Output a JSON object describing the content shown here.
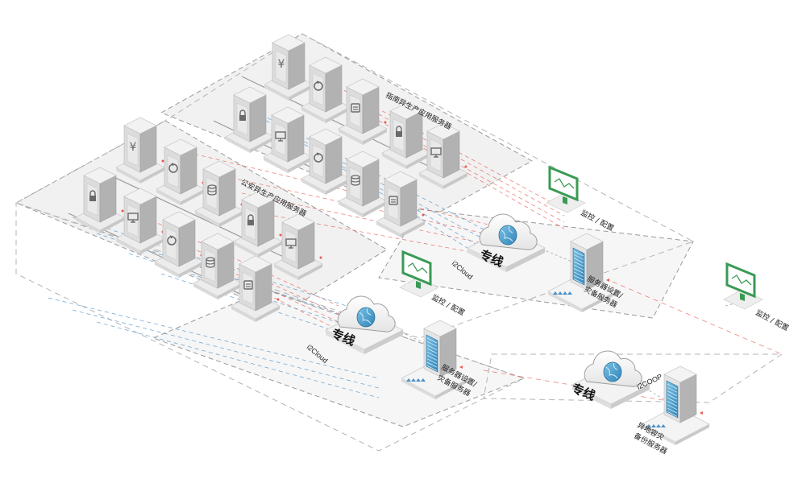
{
  "zones": {
    "tele_zone": {
      "label": "指南异生产应用服务器"
    },
    "gov_zone": {
      "label": "公安异生产应用服务器"
    }
  },
  "sites": {
    "upper": {
      "line_label": "专线",
      "net_label": "i2Cloud",
      "monitor_label": "监控 / 配置",
      "server_label": [
        "服务器设置/",
        "灾备服务器"
      ]
    },
    "lower": {
      "line_label": "专线",
      "net_label": "i2Cloud",
      "monitor_label": "监控 / 配置",
      "server_label": [
        "服务器设置/",
        "灾备服务器"
      ]
    },
    "remote": {
      "line_label": "专线",
      "net_label": "i2COOP",
      "monitor_label": "监控 / 配置",
      "server_label": [
        "异地容灾",
        "备份服务器"
      ]
    }
  },
  "server_icons": [
    "yen",
    "sync",
    "lock",
    "drive",
    "database",
    "monitor"
  ],
  "colors": {
    "accent": "#e85a4f",
    "net": "#4a90c8",
    "monitor": "#3a9a55",
    "cloud": "#5aa7cf",
    "zone_border": "#9a9a9a",
    "zone_fill": "#f3f3f3"
  }
}
